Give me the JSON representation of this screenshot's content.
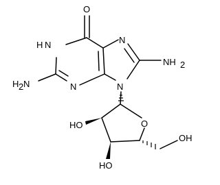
{
  "labels": {
    "carbonyl_oxygen": "O",
    "n1": "H\nN",
    "n1_n": "N",
    "n1_h": "H",
    "n3": "N",
    "n7": "N",
    "n9": "N",
    "amine_left": "H2N",
    "amine_left_h": "H",
    "amine_left_2": "2",
    "amine_left_n": "N",
    "amine_right": "NH2",
    "amine_right_nh": "NH",
    "amine_right_2": "2",
    "ring_oxygen": "O",
    "hydroxyl_2": "HO",
    "hydroxyl_3": "HO",
    "hydroxyl_5": "OH"
  },
  "colors": {
    "bond": "#000000",
    "background": "#ffffff"
  }
}
